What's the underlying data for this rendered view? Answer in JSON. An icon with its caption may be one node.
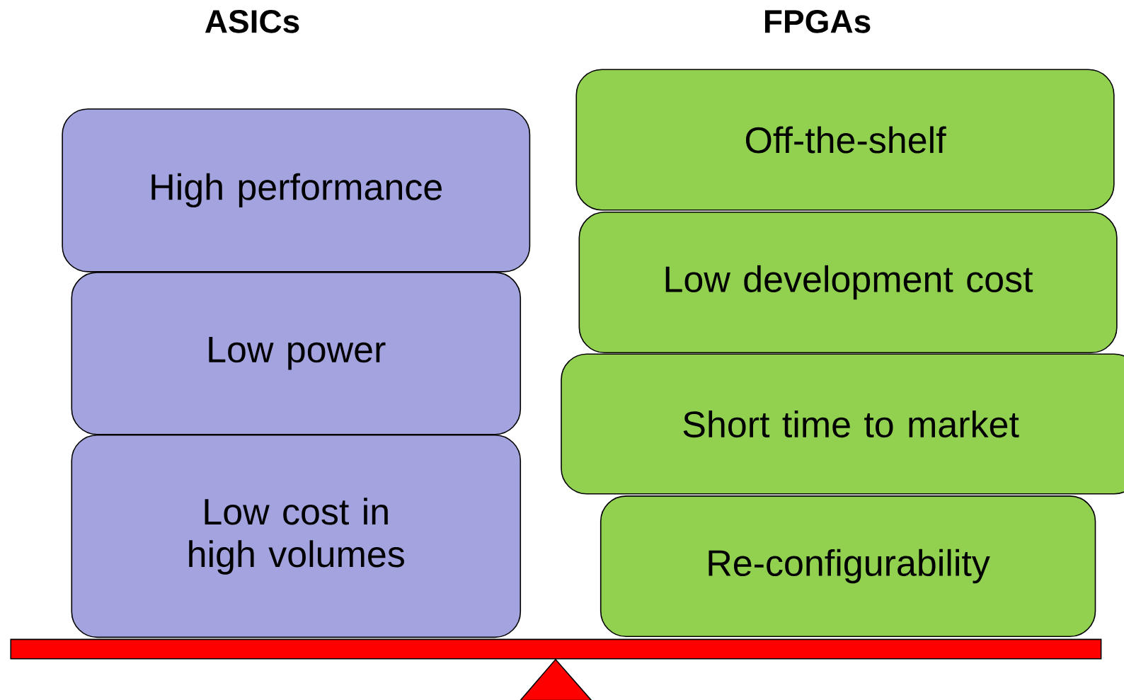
{
  "diagram": {
    "nodes": [
      {
        "text": [
          "High performance"
        ]
      },
      {
        "text": [
          "Low power"
        ]
      },
      {
        "text": [
          "Low cost in high volumes"
        ]
      },
      {
        "text": [
          "Off-the-shelf"
        ]
      },
      {
        "text": [
          "Low development cost"
        ]
      },
      {
        "text": [
          "Short time to market"
        ]
      },
      {
        "text": [
          "Re-configurability"
        ]
      }
    ],
    "labels": [
      "ASICs",
      "FPGAs"
    ]
  }
}
